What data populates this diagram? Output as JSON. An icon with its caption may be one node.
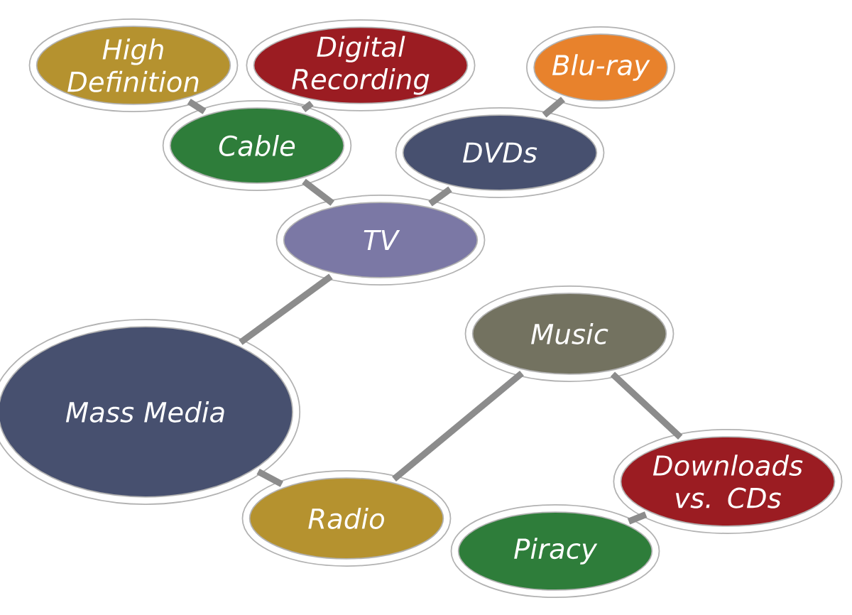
{
  "diagram": {
    "nodes": [
      {
        "text": [
          "High Definition"
        ]
      },
      {
        "text": [
          "Digital Recording"
        ]
      },
      {
        "text": [
          "Blu-ray"
        ]
      },
      {
        "text": [
          "Cable"
        ]
      },
      {
        "text": [
          "DVDs"
        ]
      },
      {
        "text": [
          "TV"
        ]
      },
      {
        "text": [
          "Music"
        ]
      },
      {
        "text": [
          "Mass Media"
        ]
      },
      {
        "text": [
          "Downloads vs. CDs"
        ]
      },
      {
        "text": [
          "Radio"
        ]
      },
      {
        "text": [
          "Piracy"
        ]
      }
    ],
    "edges": [
      {
        "from": 3,
        "to": 0,
        "arrow": "none"
      },
      {
        "from": 3,
        "to": 1,
        "arrow": "none"
      },
      {
        "from": 5,
        "to": 3,
        "arrow": "none"
      },
      {
        "from": 5,
        "to": 4,
        "arrow": "none"
      },
      {
        "from": 4,
        "to": 2,
        "arrow": "none"
      },
      {
        "from": 7,
        "to": 5,
        "arrow": "none"
      },
      {
        "from": 7,
        "to": 9,
        "arrow": "none"
      },
      {
        "from": 9,
        "to": 6,
        "arrow": "none"
      },
      {
        "from": 6,
        "to": 8,
        "arrow": "none"
      },
      {
        "from": 8,
        "to": 10,
        "arrow": "none"
      }
    ]
  }
}
